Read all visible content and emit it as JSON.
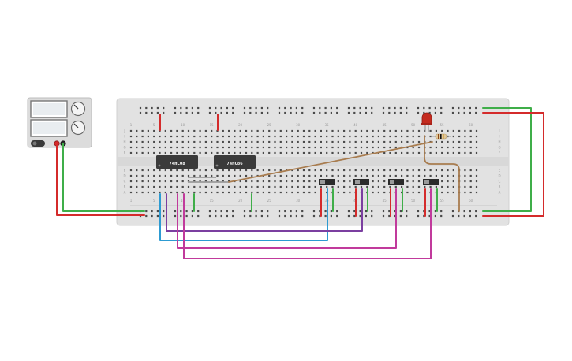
{
  "canvas": {
    "background": "#ffffff"
  },
  "power_supply": {
    "name": "dc-power-supply",
    "knob_icon": "knob-icon",
    "display_color": "#e8ecef",
    "body_color": "#d9d9d9"
  },
  "breadboard": {
    "body_color": "#e3e3e3",
    "top_column_numbers": [
      "1",
      "5",
      "10",
      "15",
      "20",
      "25",
      "30",
      "35",
      "40",
      "45",
      "50",
      "55",
      "60"
    ],
    "bottom_column_numbers": [
      "1",
      "5",
      "10",
      "15",
      "20",
      "25",
      "30",
      "35",
      "40",
      "45",
      "50",
      "55",
      "60"
    ],
    "row_letters_top": [
      "J",
      "I",
      "H",
      "G",
      "F"
    ],
    "row_letters_bottom": [
      "E",
      "D",
      "C",
      "B",
      "A"
    ]
  },
  "chips": [
    {
      "label": "74HC08"
    },
    {
      "label": "74HC86"
    }
  ],
  "switches": [
    {
      "state": "off"
    },
    {
      "state": "off"
    },
    {
      "state": "off"
    },
    {
      "state": "off"
    }
  ],
  "colors": {
    "wire_red": "#d42b2b",
    "wire_green": "#3fae49",
    "wire_blue": "#2d9bd2",
    "wire_purple": "#7b3fa0",
    "wire_magenta": "#c13a9c",
    "wire_brown": "#a87c4f",
    "led_red": "#c42a1e",
    "chip_body": "#3a3a3a",
    "switch_body": "#2b2b2b"
  }
}
